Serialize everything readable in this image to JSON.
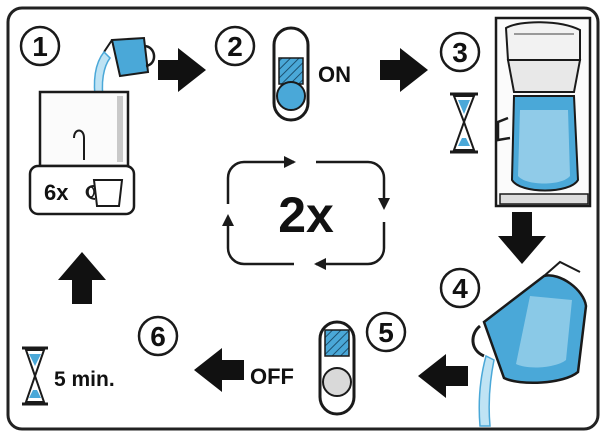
{
  "steps": [
    {
      "number": "1"
    },
    {
      "number": "2",
      "label": "ON"
    },
    {
      "number": "3"
    },
    {
      "number": "4"
    },
    {
      "number": "5",
      "label": "OFF"
    },
    {
      "number": "6",
      "label": "5 min."
    }
  ],
  "water_fill": {
    "cups": "6x"
  },
  "repeat": {
    "count": "2x"
  },
  "colors": {
    "water": "#4aa8d8",
    "water_light": "#bfe3f4",
    "stroke": "#1a1a1a",
    "frame": "#222222"
  }
}
